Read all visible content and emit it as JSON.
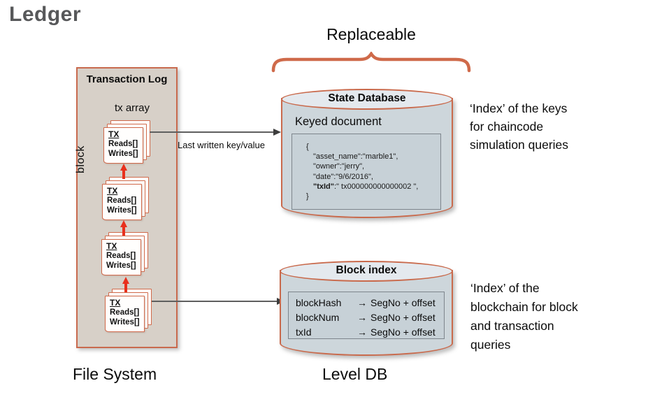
{
  "page": {
    "title": "Ledger"
  },
  "replaceable": {
    "label": "Replaceable"
  },
  "transaction_log": {
    "title": "Transaction Log",
    "tx_array_label": "tx array",
    "block_label": "block",
    "card": {
      "title": "TX",
      "line1": "Reads[]",
      "line2": "Writes[]"
    },
    "caption": "File System"
  },
  "flow": {
    "last_written_label": "Last written key/value"
  },
  "state_database": {
    "title": "State Database",
    "subtitle": "Keyed document",
    "document": {
      "brace_open": "{",
      "line1": "\"asset_name\":\"marble1\",",
      "line2": "\"owner\":\"jerry\",",
      "line3": "\"date\":\"9/6/2016\",",
      "txid_key": "\"txId\"",
      "txid_rest": ":\" tx000000000000002 \",",
      "brace_close": "}"
    },
    "annotation": "‘Index’ of the keys\nfor chaincode\nsimulation queries"
  },
  "block_index": {
    "title": "Block index",
    "rows": [
      {
        "name": "blockHash",
        "arrow": "→",
        "target": "SegNo + offset"
      },
      {
        "name": "blockNum",
        "arrow": "→",
        "target": "SegNo + offset"
      },
      {
        "name": "txId",
        "arrow": "→",
        "target": "SegNo + offset"
      }
    ],
    "annotation": "‘Index’ of the\nblockchain for block\nand transaction\nqueries",
    "caption": "Level DB"
  },
  "colors": {
    "accent_orange": "#c96a4c",
    "panel_tan": "#d7d0c8",
    "cylinder_fill": "#cdd6db",
    "cylinder_top": "#e4e9ee",
    "arrow_red": "#e8301d",
    "arrow_gray": "#5f5f5f",
    "title_gray": "#57585a"
  }
}
